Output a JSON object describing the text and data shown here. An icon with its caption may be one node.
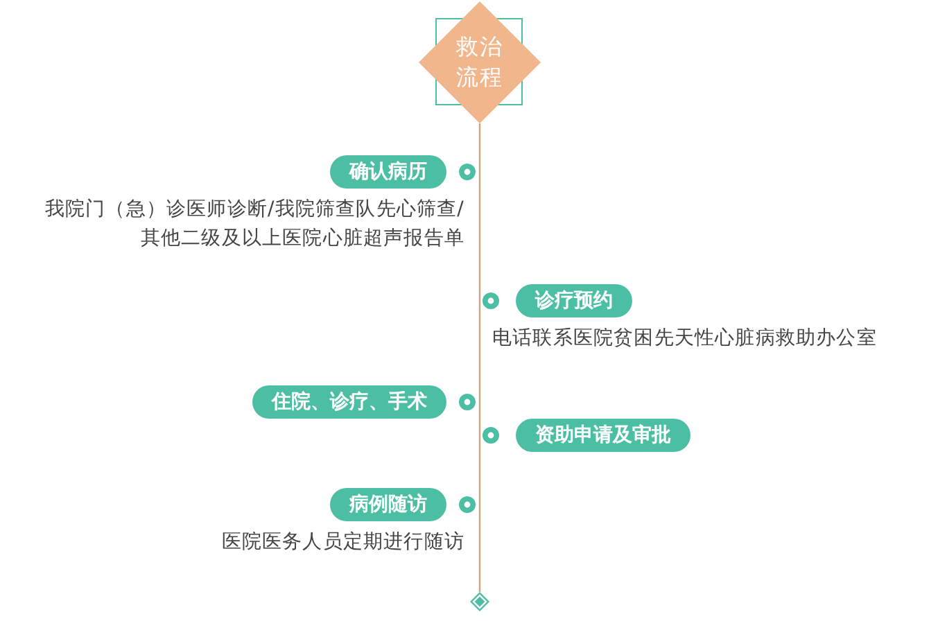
{
  "diagram": {
    "nodes": [
      {
        "text": [
          "救治流程"
        ]
      },
      {
        "text": [
          "确认病历"
        ],
        "beside": [
          "我院门（急）诊医师诊断/我院筛查队先心筛查/其他二级及以上医院心脏超声报告单"
        ]
      },
      {
        "text": [
          "诊疗预约"
        ],
        "beside": [
          "电话联系医院贫困先天性心脏病救助办公室"
        ]
      },
      {
        "text": [
          "住院、诊疗、手术"
        ]
      },
      {
        "text": [
          "资助申请及审批"
        ]
      },
      {
        "text": [
          "病例随访"
        ],
        "beside": [
          "医院医务人员定期进行随访"
        ]
      },
      {
        "text": [],
        "shape": "diamond"
      }
    ],
    "edges": [
      {
        "from": 0,
        "to": 6,
        "arrow": "none"
      }
    ]
  }
}
